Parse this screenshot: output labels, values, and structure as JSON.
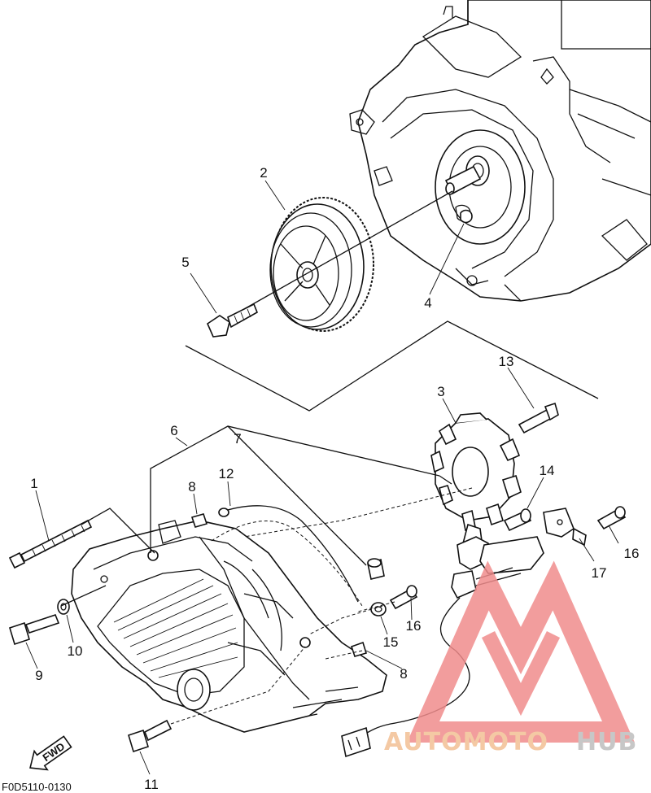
{
  "diagram": {
    "code": "F0D5110-0130",
    "fwd_label": "FWD",
    "callouts": [
      {
        "id": "c1",
        "label": "1"
      },
      {
        "id": "c2",
        "label": "2"
      },
      {
        "id": "c3",
        "label": "3"
      },
      {
        "id": "c4",
        "label": "4"
      },
      {
        "id": "c5",
        "label": "5"
      },
      {
        "id": "c6",
        "label": "6"
      },
      {
        "id": "c7",
        "label": "7"
      },
      {
        "id": "c8a",
        "label": "8"
      },
      {
        "id": "c8b",
        "label": "8"
      },
      {
        "id": "c9",
        "label": "9"
      },
      {
        "id": "c10",
        "label": "10"
      },
      {
        "id": "c11",
        "label": "11"
      },
      {
        "id": "c12",
        "label": "12"
      },
      {
        "id": "c13",
        "label": "13"
      },
      {
        "id": "c14",
        "label": "14"
      },
      {
        "id": "c15",
        "label": "15"
      },
      {
        "id": "c16a",
        "label": "16"
      },
      {
        "id": "c16b",
        "label": "16"
      },
      {
        "id": "c17",
        "label": "17"
      }
    ]
  },
  "watermark": {
    "word1": "AUTOMOTO",
    "word2": "HUB",
    "color_primary": "#f08c8c",
    "color_auto": "#f4c9a4",
    "color_hub": "#c7c7c7"
  }
}
